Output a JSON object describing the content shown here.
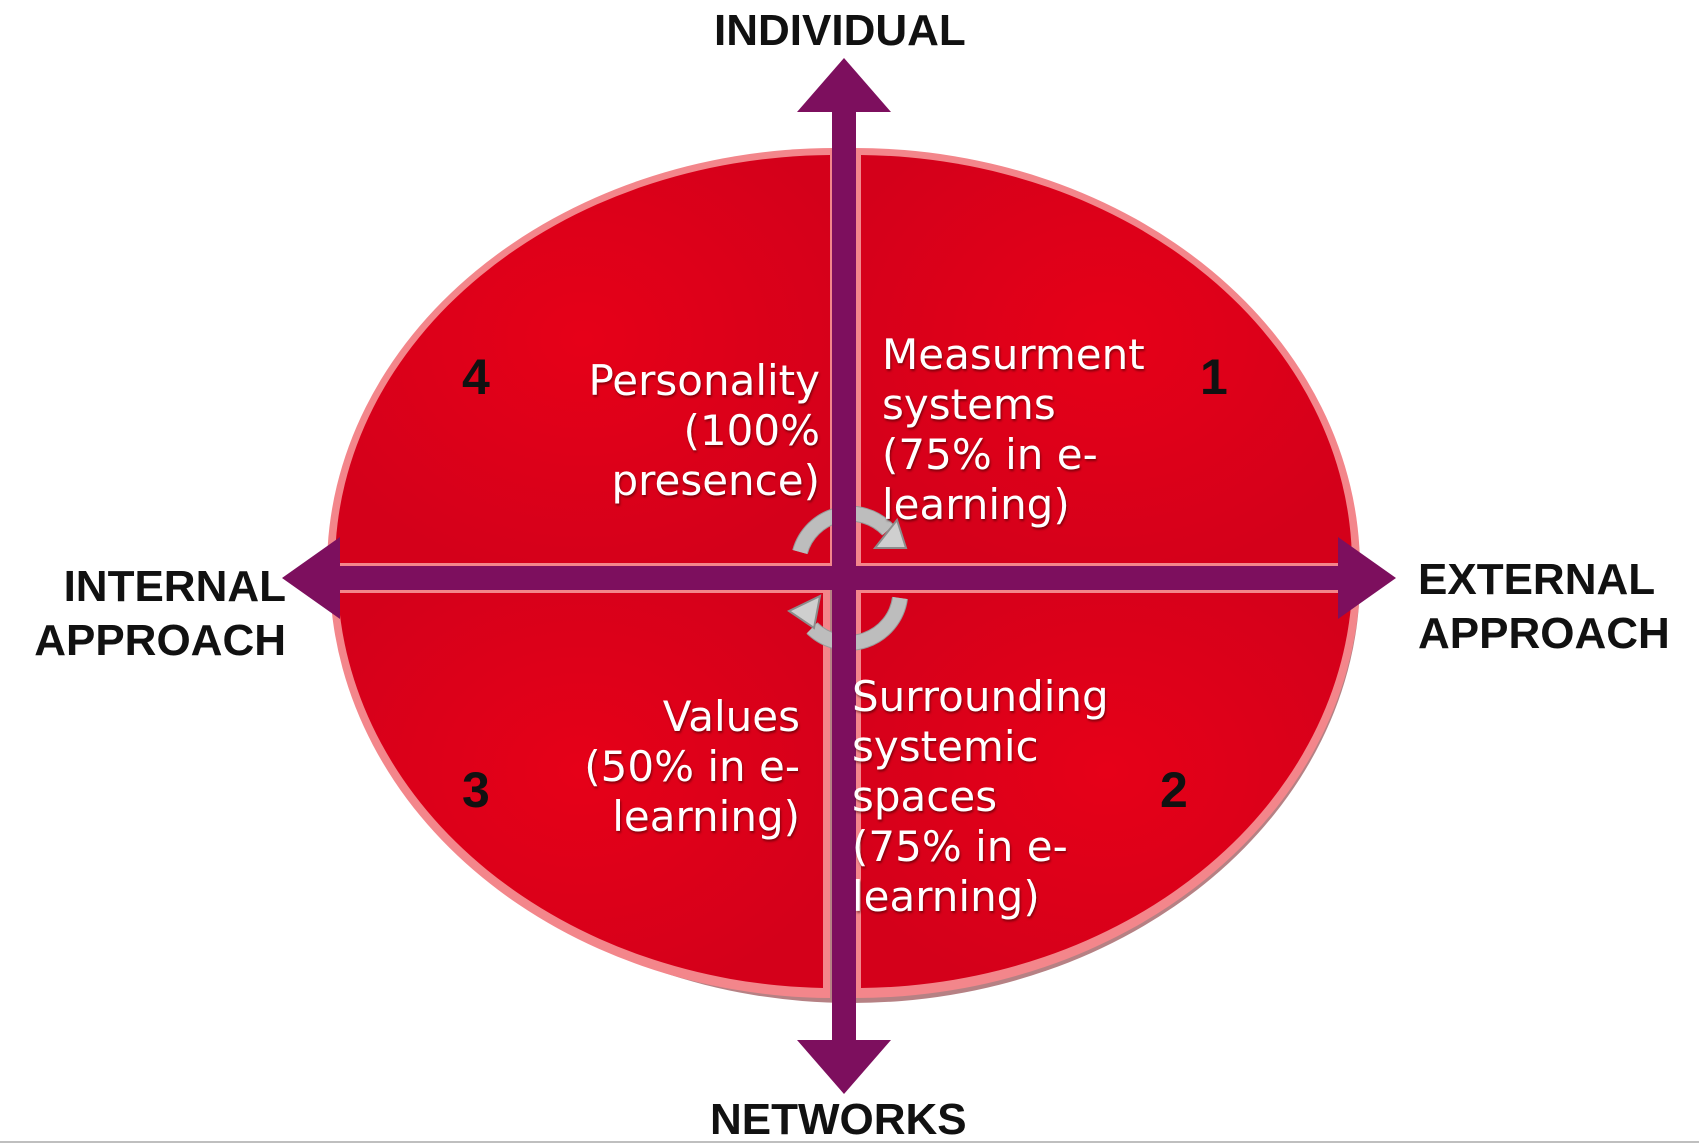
{
  "axes": {
    "top": "INDIVIDUAL",
    "bottom": "NETWORKS",
    "left": [
      "INTERNAL",
      "APPROACH"
    ],
    "right": [
      "EXTERNAL",
      "APPROACH"
    ]
  },
  "quadrants": {
    "q1": {
      "number": "1",
      "lines": [
        "Measurment",
        "systems",
        "(75% in e-",
        "learning)"
      ]
    },
    "q2": {
      "number": "2",
      "lines": [
        "Surrounding",
        "systemic",
        "spaces",
        "(75% in e-",
        "learning)"
      ]
    },
    "q3": {
      "number": "3",
      "lines": [
        "Values",
        "(50% in e-",
        "learning)"
      ]
    },
    "q4": {
      "number": "4",
      "lines": [
        "Personality",
        "(100%",
        "presence)"
      ]
    }
  },
  "colors": {
    "ellipse_fill": "#e2001a",
    "ellipse_edge": "#f06a6f",
    "arrow": "#7d0f5e",
    "cycle_arrow": "#c8c8c8"
  }
}
